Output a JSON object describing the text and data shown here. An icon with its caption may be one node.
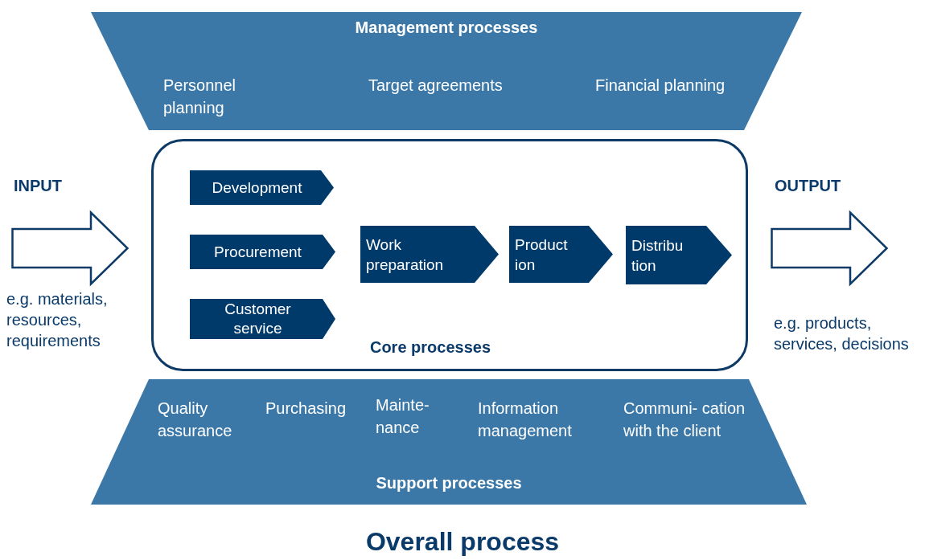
{
  "diagram": {
    "title": "Overall process",
    "nodes": [
      {
        "text": [
          "Management processes",
          "Personnel planning",
          "Target agreements",
          "Financial planning"
        ]
      },
      {
        "text": [
          "Core processes"
        ]
      },
      {
        "text": [
          "Development"
        ],
        "in": 1
      },
      {
        "text": [
          "Procurement"
        ],
        "in": 1
      },
      {
        "text": [
          "Customer service"
        ],
        "in": 1
      },
      {
        "text": [
          "Work preparation"
        ],
        "in": 1
      },
      {
        "text": [
          "Product ion"
        ],
        "in": 1
      },
      {
        "text": [
          "Distribu tion"
        ],
        "in": 1
      },
      {
        "text": [
          "Quality assurance",
          "Purchasing",
          "Mainte- nance",
          "Information management",
          "Communi- cation with the client",
          "Support processes"
        ]
      },
      {
        "text": [
          "INPUT"
        ],
        "beside": [
          "e.g. materials, resources, requirements"
        ]
      },
      {
        "text": [
          "OUTPUT"
        ],
        "beside": [
          "e.g. products, services, decisions"
        ]
      }
    ]
  }
}
